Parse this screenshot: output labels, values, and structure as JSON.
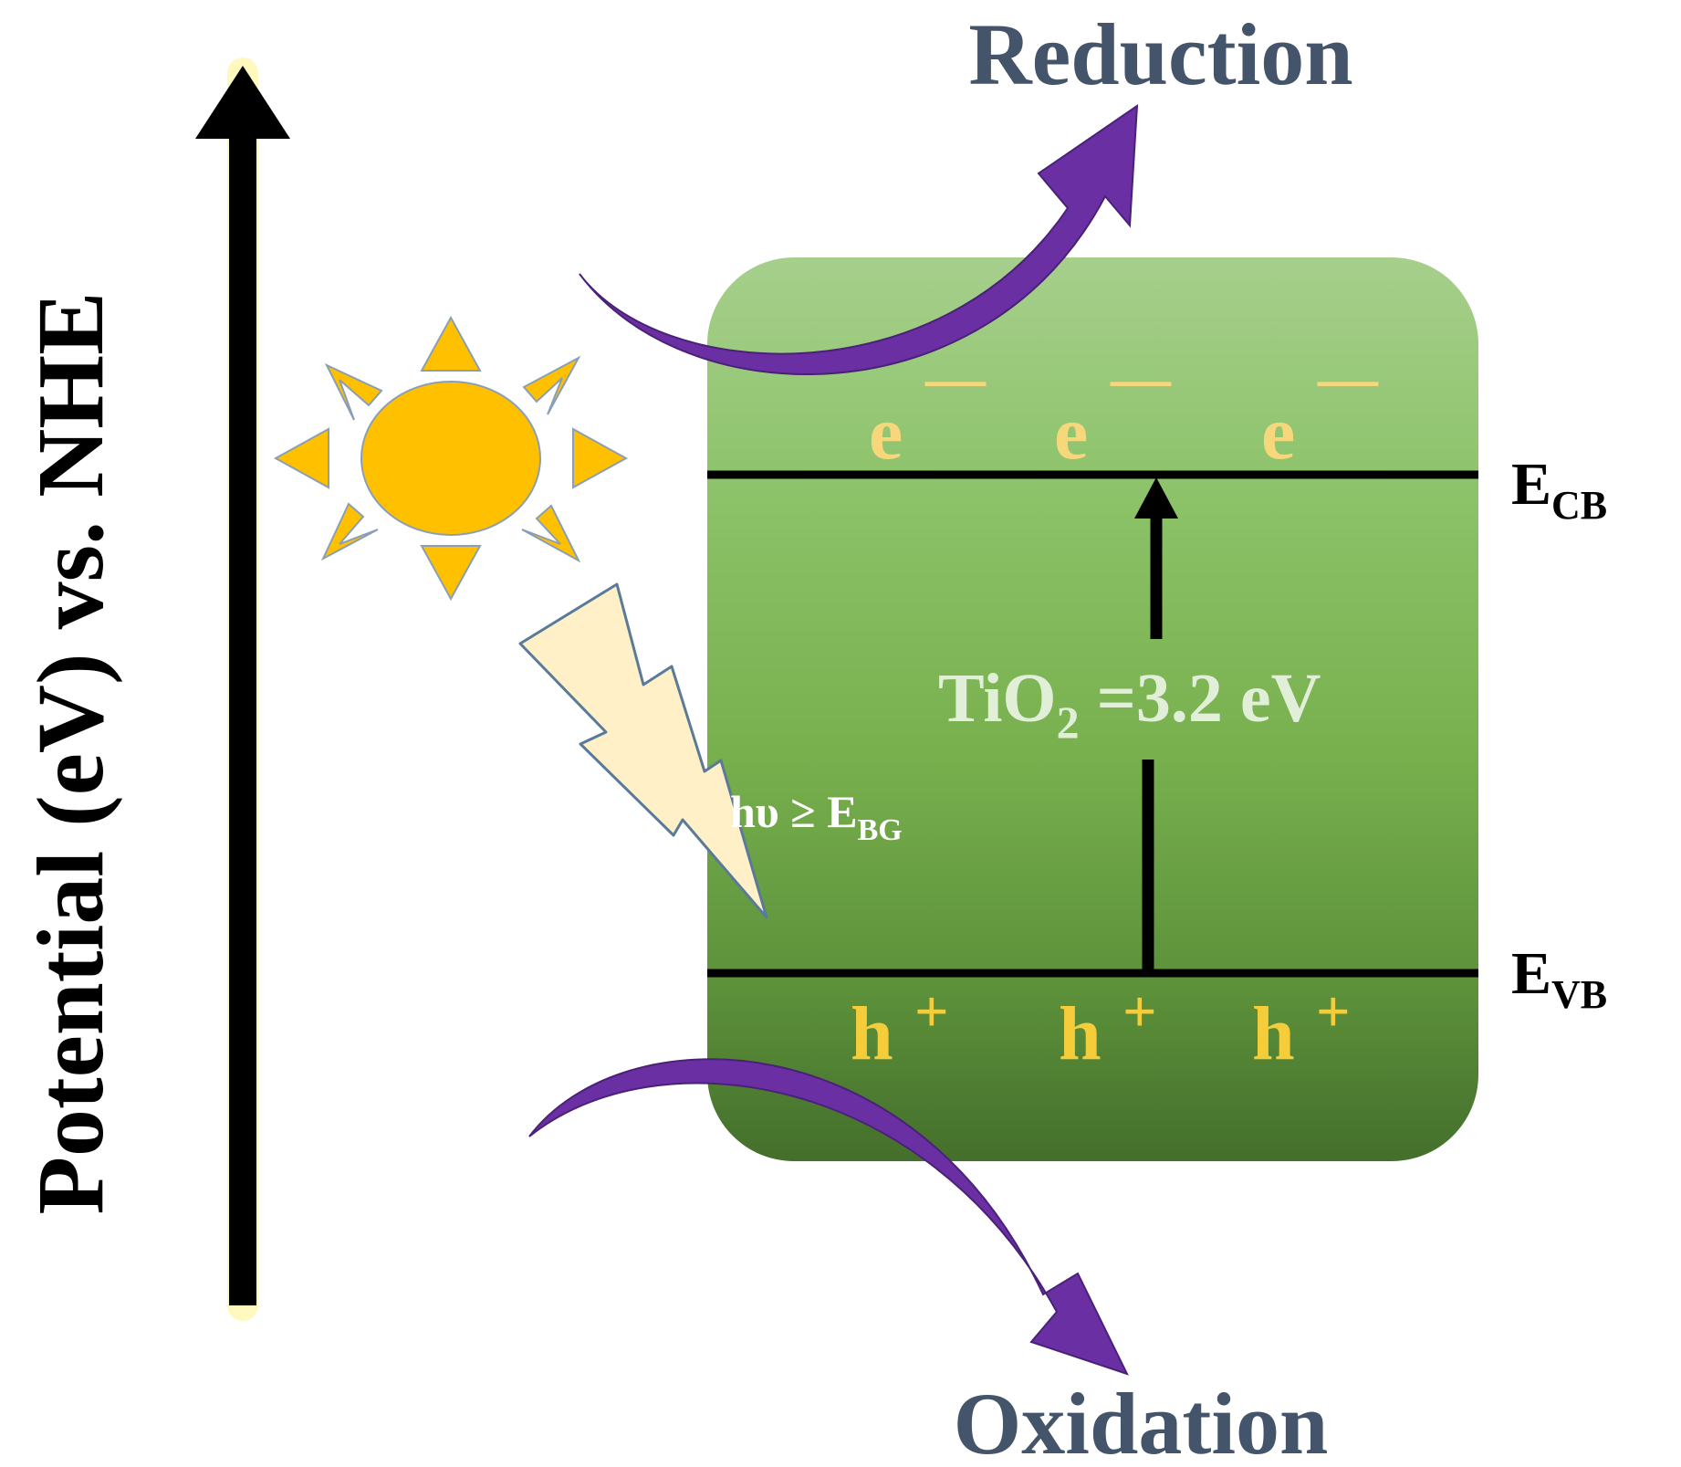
{
  "axis": {
    "label": "Potential (eV) vs. NHE"
  },
  "processes": {
    "reduction": "Reduction",
    "oxidation": "Oxidation"
  },
  "carriers": {
    "electrons": [
      "e",
      "e",
      "e"
    ],
    "electron_charge": "—",
    "holes": [
      "h",
      "h",
      "h"
    ],
    "hole_charge": "+"
  },
  "levels": {
    "conduction": {
      "main": "E",
      "sub": "CB"
    },
    "valence": {
      "main": "E",
      "sub": "VB"
    }
  },
  "band_gap": {
    "pre": "TiO",
    "sub": "2",
    "post": " =3.2 eV"
  },
  "excitation": {
    "pre": "hυ ≥ E",
    "sub": "BG"
  },
  "colors": {
    "block_top": "#a6cf8c",
    "block_mid": "#78b04e",
    "block_bottom": "#446f2c",
    "process_arrow": "#6a2fa2",
    "process_text": "#44546a",
    "electron": "#f6d77c",
    "hole": "#f5cc3a",
    "sun": "#ffc000",
    "lightning": "#fff0c8",
    "glow": "#fdf587"
  },
  "icons": [
    "sun-icon",
    "lightning-icon",
    "potential-arrow-icon",
    "excitation-arrow-icon"
  ]
}
